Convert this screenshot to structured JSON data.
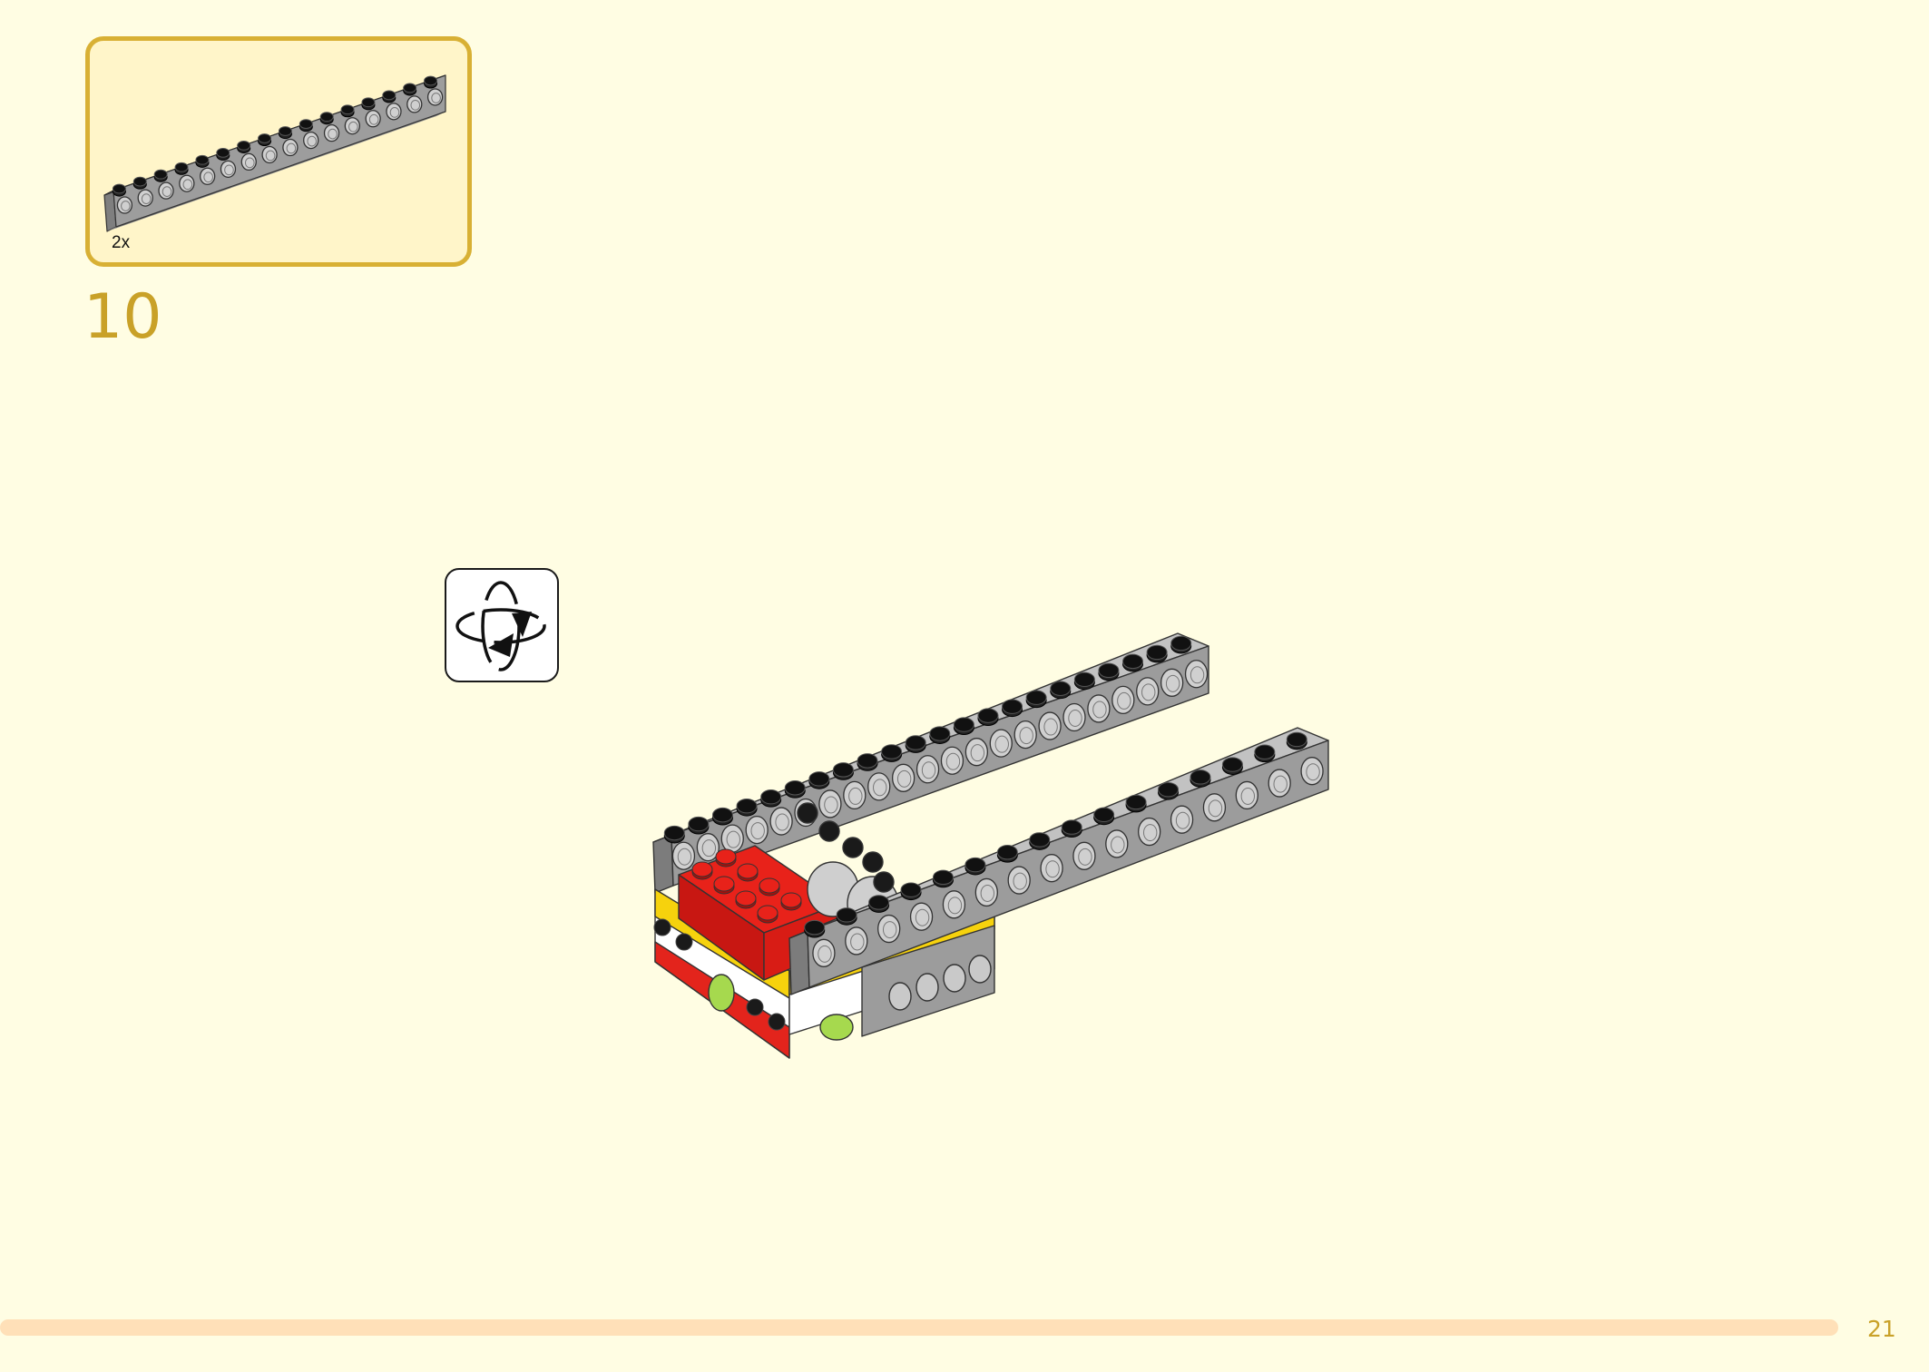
{
  "parts_callout": {
    "quantity": "2x",
    "part": "technic-beam-16-icon",
    "accent_color": "#d8b034"
  },
  "step": {
    "number": "10",
    "color": "#c9a128"
  },
  "rotate_indicator": {
    "icon": "rotate-model-icon"
  },
  "model": {
    "icon": "model-assembly-icon",
    "colors": {
      "beam": "#9a9a9a",
      "red": "#dd1b15",
      "yellow": "#f6d20d",
      "lime": "#a6d94e",
      "white": "#ffffff"
    }
  },
  "footer": {
    "page_number": "21",
    "bar_color": "#ffe0b8"
  }
}
